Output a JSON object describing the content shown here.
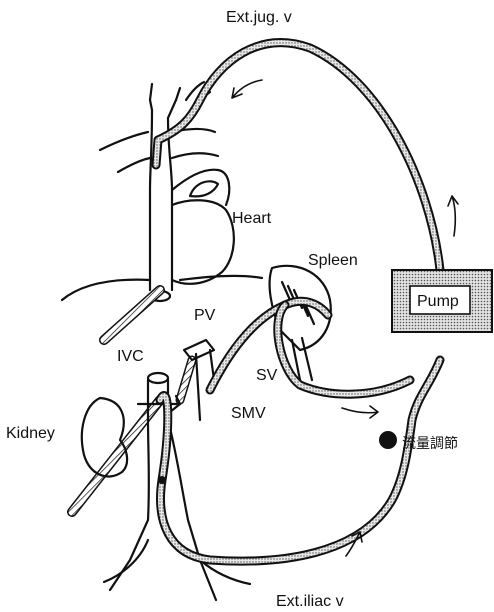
{
  "labels": {
    "ext_jug": "Ext.jug. v",
    "heart": "Heart",
    "spleen": "Spleen",
    "pump": "Pump",
    "pv": "PV",
    "ivc": "IVC",
    "sv": "SV",
    "smv": "SMV",
    "kidney": "Kidney",
    "flow_regulator": "流量調節",
    "ext_iliac": "Ext.iliac v"
  },
  "colors": {
    "line": "#111111",
    "tube_fill": "#d9d9d9",
    "pump_fill": "#cfcfcf"
  }
}
